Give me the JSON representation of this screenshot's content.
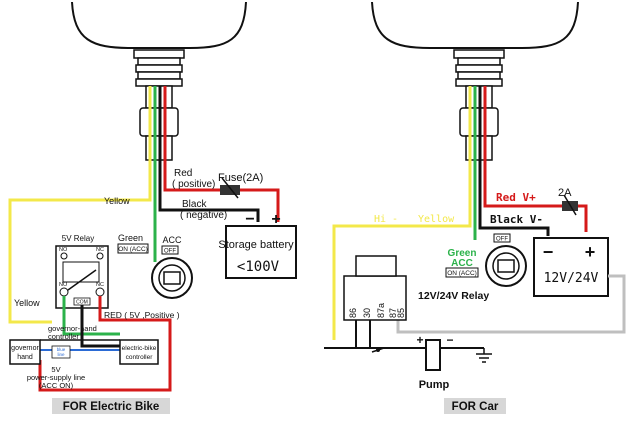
{
  "left": {
    "caption": "FOR Electric Bike",
    "labels": {
      "red": "Red",
      "positive": "( positive)",
      "fuse": "Fuse(2A)",
      "black": "Black",
      "negative": "( negative)",
      "battery": "Storage battery",
      "voltage": "<100V",
      "yellow_top": "Yellow",
      "yellow_left": "Yellow",
      "relay": "5V Relay",
      "no_left": "NO",
      "nc_left": "NC",
      "no_right": "NO",
      "nc_right": "NC",
      "com": "COM",
      "green": "Green",
      "on_acc": "ON (ACC)",
      "acc": "ACC",
      "off": "OFF",
      "red_5v": "RED ( 5V ,Positive )",
      "gov_hand_controller_1": "governor-hand",
      "gov_hand_controller_2": "controller",
      "gov_hand_1": "governor",
      "gov_hand_2": "hand",
      "blue_line": "blue",
      "line": "line",
      "ebike_controller_1": "electric-bike",
      "ebike_controller_2": "controller",
      "supply_1": "5V",
      "supply_2": "power-supply line",
      "supply_3": "(ACC ON)"
    }
  },
  "right": {
    "caption": "FOR Car",
    "labels": {
      "red_v": "Red V+",
      "amp": "2A",
      "black_v": "Black V-",
      "hi": "Hi -",
      "yellow": "Yellow",
      "green": "Green",
      "acc": "ACC",
      "on_acc": "ON (ACC)",
      "off": "OFF",
      "battery": "12V/24V",
      "relay": "12V/24V Relay",
      "pin86": "86",
      "pin30": "30",
      "pin87a": "87a",
      "pin87": "87",
      "pin85": "85",
      "plus": "+",
      "minus": "−",
      "pump": "Pump"
    }
  },
  "colors": {
    "red": "#d51a1a",
    "black": "#111111",
    "yellow": "#f3e84a",
    "green": "#2bb24a",
    "gray": "#bfbfbf",
    "caption_bg": "#d7d7d7"
  }
}
